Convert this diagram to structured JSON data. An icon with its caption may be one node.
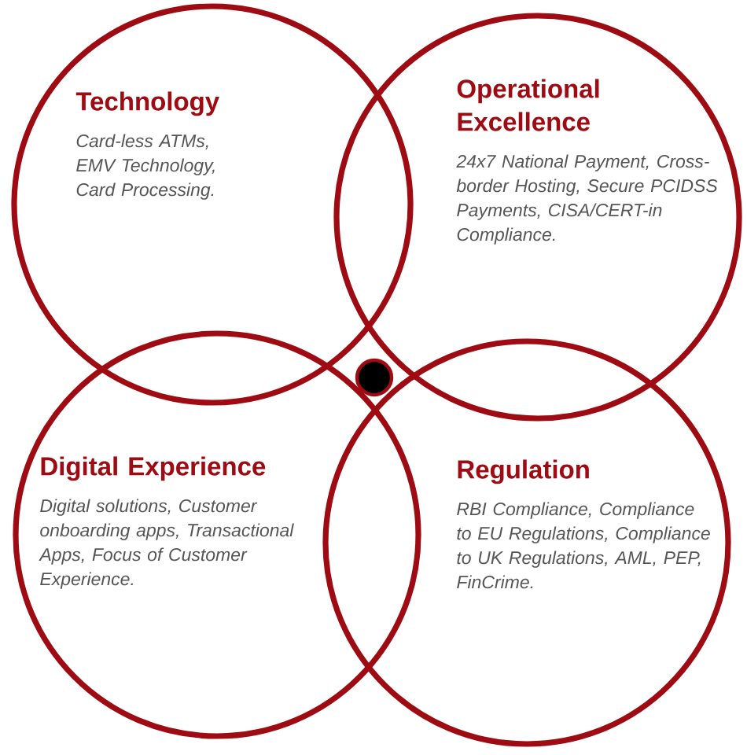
{
  "diagram": {
    "nodes": [
      {
        "text": [
          "Technology",
          "Card-less ATMs, EMV Technology, Card Processing."
        ]
      },
      {
        "text": [
          "Operational Excellence",
          "24x7 National Payment, Cross-border Hosting, Secure PCIDSS Payments, CISA/CERT-in Compliance."
        ]
      },
      {
        "text": [
          "Digital Experience",
          "Digital solutions, Customer onboarding apps, Transactional Apps, Focus of Customer Experience."
        ]
      },
      {
        "text": [
          "Regulation",
          "RBI Compliance, Compliance to EU Regulations, Compliance to UK Regulations, AML, PEP, FinCrime."
        ]
      },
      {
        "text": [],
        "shape": "circle"
      }
    ]
  }
}
